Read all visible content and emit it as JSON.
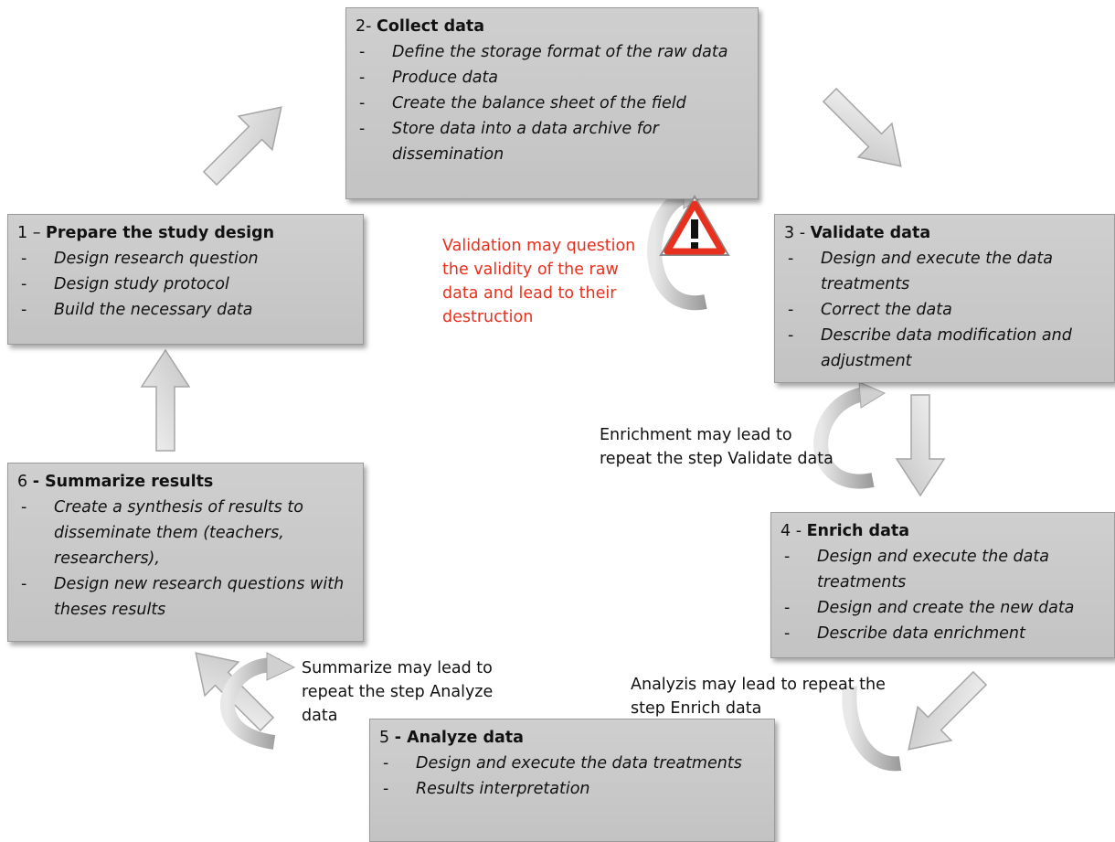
{
  "steps": [
    {
      "number": "1 –",
      "title": "Prepare the  study design",
      "items": [
        "Design research question",
        "Design study protocol",
        "Build the necessary data"
      ]
    },
    {
      "number": "2-",
      "title": "Collect data",
      "items": [
        "Define the storage format of the raw data",
        "Produce data",
        "Create the balance sheet of the field",
        "Store data into a data archive for dissemination"
      ]
    },
    {
      "number": "3 -",
      "title": "Validate data",
      "items": [
        "Design and execute the data treatments",
        "Correct the data",
        "Describe data modification and adjustment"
      ]
    },
    {
      "number": "4 -",
      "title": "Enrich data",
      "items": [
        "Design and execute the data treatments",
        "Design and create  the new data",
        "Describe data enrichment"
      ]
    },
    {
      "number": "5",
      "title": "- Analyze data",
      "items": [
        "Design and execute the data treatments",
        "Results interpretation"
      ]
    },
    {
      "number": "6",
      "title": "- Summarize results",
      "items": [
        "Create a synthesis of results  to disseminate them (teachers, researchers),",
        "Design new research questions with theses results"
      ]
    }
  ],
  "notes": {
    "validation": [
      "Validation may question",
      "the validity of the raw",
      "data and lead to their",
      "destruction"
    ],
    "enrichment": [
      "Enrichment may  lead to",
      "repeat the step Validate data"
    ],
    "analyzis": [
      "Analyzis  may lead to repeat the",
      "step Enrich data"
    ],
    "summarize": [
      "Summarize  may  lead to",
      "repeat the step  Analyze",
      "data"
    ]
  },
  "colors": {
    "box": "#c8c8c8",
    "warning": "#e8301e",
    "arrow": "#d9d9d9"
  },
  "icons": [
    "arrow-up-right-icon",
    "arrow-down-right-icon",
    "arrow-down-icon",
    "arrow-down-left-icon",
    "arrow-up-left-icon",
    "arrow-up-icon",
    "loop-arrow-icon",
    "warning-triangle-icon"
  ]
}
